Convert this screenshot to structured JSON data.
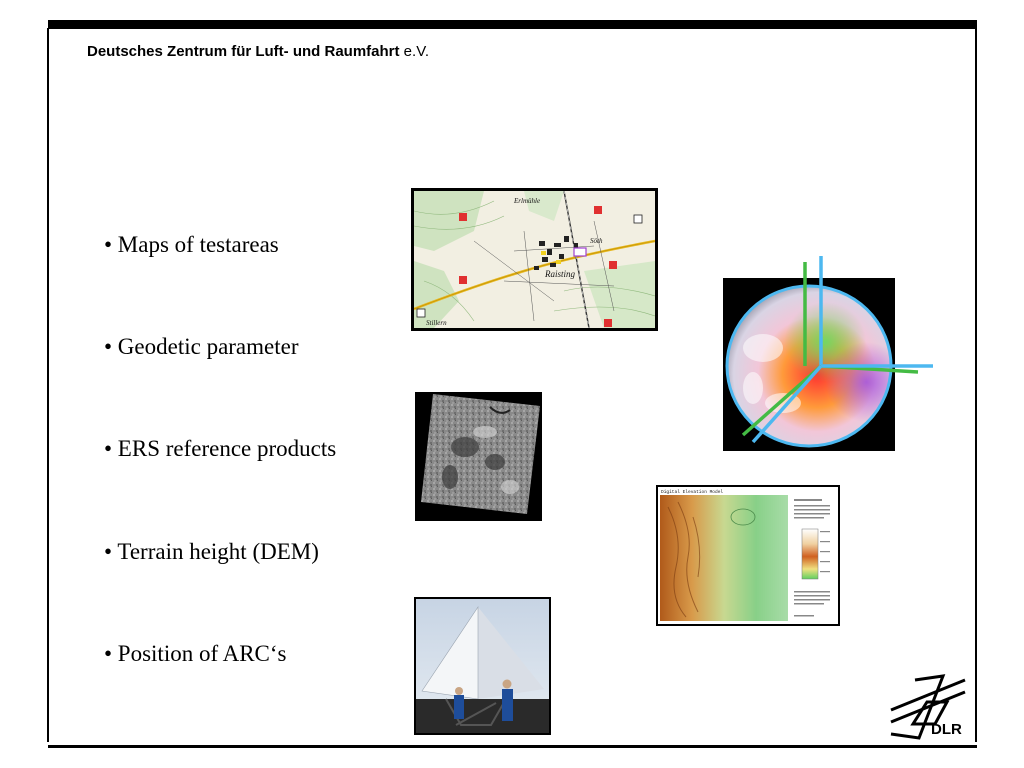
{
  "header": {
    "title_bold": "Deutsches Zentrum für Luft- und Raumfahrt",
    "title_suffix": " e.V."
  },
  "bullets": [
    {
      "text": "• Maps of testareas"
    },
    {
      "text": "• Geodetic parameter"
    },
    {
      "text": "• ERS reference products"
    },
    {
      "text": "• Terrain height (DEM)"
    },
    {
      "text": "• Position of ARC‘s"
    }
  ],
  "map_labels": {
    "town": "Raisting",
    "village_1": "Söth",
    "village_2": "Erlmühle",
    "village_3": "Stillern"
  },
  "dem_header": "Digital Elevation Model",
  "logo": {
    "text": "DLR"
  },
  "colors": {
    "rule": "#000000",
    "geoid_axis_blue": "#4db8f0",
    "geoid_axis_green": "#44bb44"
  }
}
